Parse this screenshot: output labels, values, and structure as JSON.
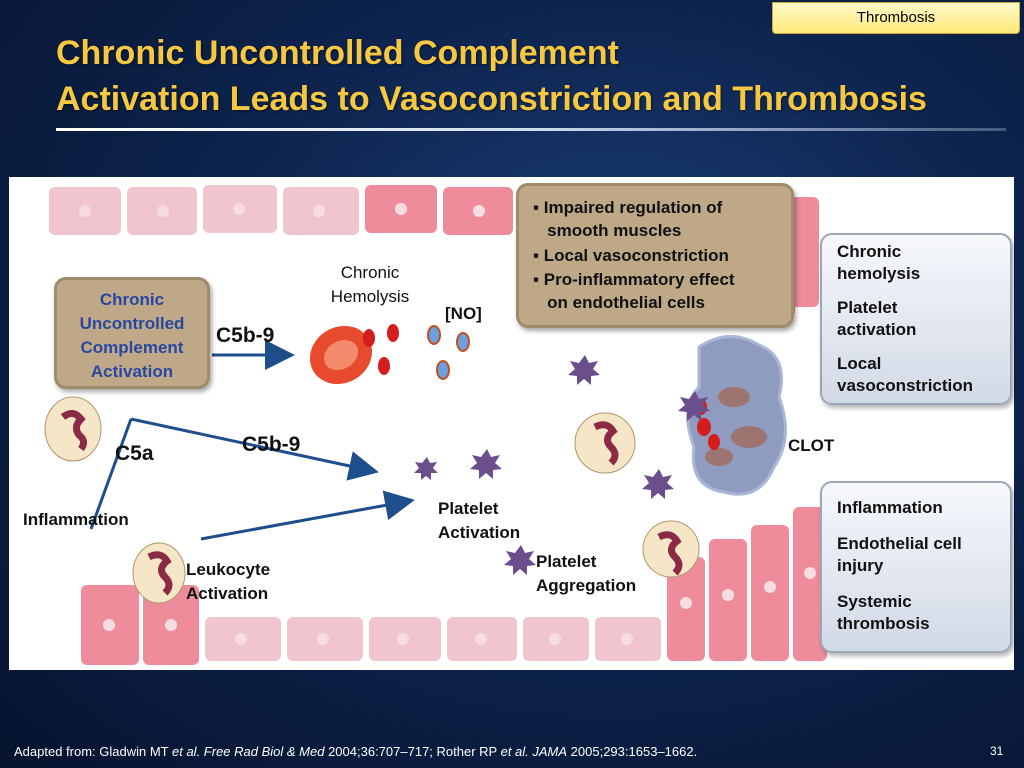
{
  "tag": "Thrombosis",
  "title_line1": "Chronic Uncontrolled Complement",
  "title_line2": "Activation Leads to Vasoconstriction and Thrombosis",
  "complement_box": [
    "Chronic",
    "Uncontrolled",
    "Complement",
    "Activation"
  ],
  "labels": {
    "c5b9_top": "C5b-9",
    "c5b9_mid": "C5b-9",
    "c5a": "C5a",
    "chronic_hemolysis_1": "Chronic",
    "chronic_hemolysis_2": "Hemolysis",
    "no": "[NO]",
    "inflammation": "Inflammation",
    "leukocyte_1": "Leukocyte",
    "leukocyte_2": "Activation",
    "platelet_act_1": "Platelet",
    "platelet_act_2": "Activation",
    "platelet_agg_1": "Platelet",
    "platelet_agg_2": "Aggregation",
    "clot": "CLOT"
  },
  "bullets": [
    [
      "Impaired regulation of",
      "smooth muscles"
    ],
    [
      "Local vasoconstriction"
    ],
    [
      "Pro-inflammatory effect",
      "on endothelial cells"
    ]
  ],
  "right_top": [
    [
      "Chronic",
      "hemolysis"
    ],
    [
      "Platelet",
      "activation"
    ],
    [
      "Local",
      "vasoconstriction"
    ]
  ],
  "right_bottom": [
    [
      "Inflammation"
    ],
    [
      "Endothelial cell",
      "injury"
    ],
    [
      "Systemic",
      "thrombosis"
    ]
  ],
  "footer": {
    "p1": "Adapted from: Gladwin MT ",
    "i1": "et al. Free Rad Biol & Med",
    "p2": " 2004;36:707–717; Rother RP ",
    "i2": "et al. JAMA",
    "p3": " 2005;293:1653–1662."
  },
  "page_number": "31",
  "colors": {
    "title": "#f6c740",
    "background": "#0e2550",
    "vessel_cell": "#ee8c9c",
    "arrow": "#1f4e8c"
  }
}
